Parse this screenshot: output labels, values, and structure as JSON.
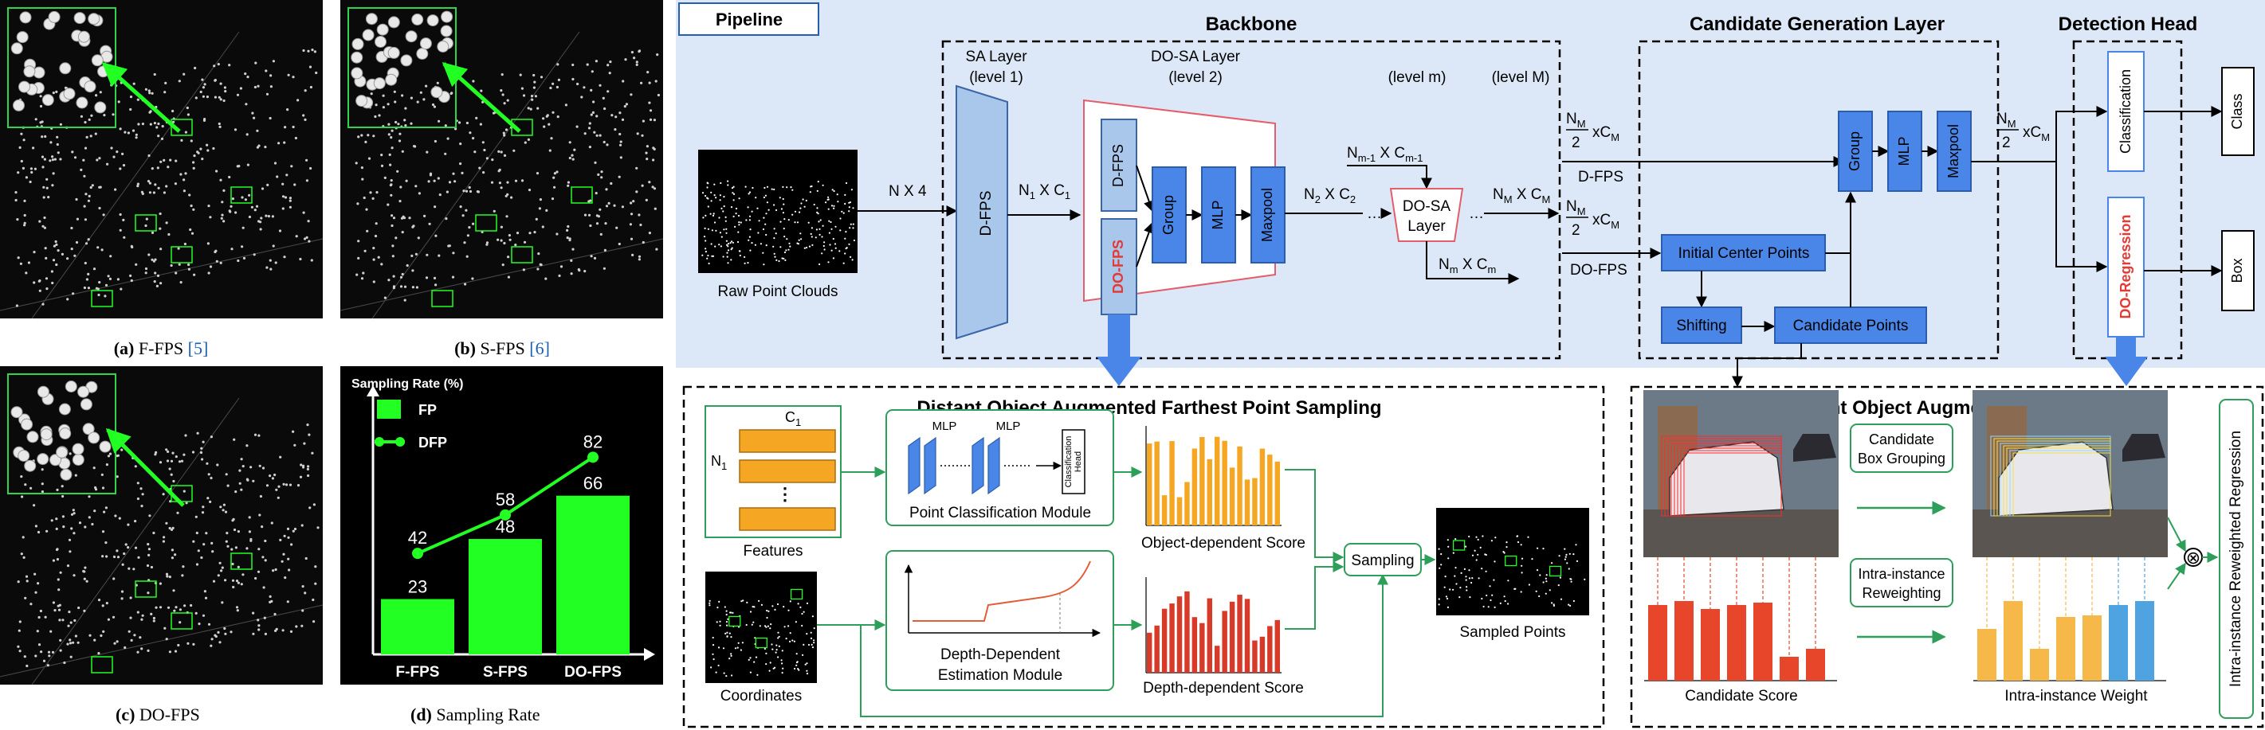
{
  "panels": {
    "a": {
      "letter": "(a)",
      "name": "F-FPS",
      "ref": "[5]"
    },
    "b": {
      "letter": "(b)",
      "name": "S-FPS",
      "ref": "[6]"
    },
    "c": {
      "letter": "(c)",
      "name": "DO-FPS"
    },
    "d": {
      "letter": "(d)",
      "name": "Sampling Rate"
    }
  },
  "chart_data": {
    "type": "bar",
    "ylabel": "Sampling Rate (%)",
    "categories": [
      "F-FPS",
      "S-FPS",
      "DO-FPS"
    ],
    "series": [
      {
        "name": "FP",
        "kind": "bar",
        "values": [
          23,
          48,
          66
        ]
      },
      {
        "name": "DFP",
        "kind": "line",
        "values": [
          42,
          58,
          82
        ]
      }
    ],
    "ylim": [
      0,
      100
    ],
    "colors": {
      "bar": "#22ff22",
      "line": "#22ff22",
      "background": "#000000",
      "text": "#ffffff"
    }
  },
  "colors": {
    "pipeline_bg": "#dce8f7",
    "block": "#4a86e8",
    "red": "#e53935",
    "green": "#2e9e5b",
    "orange": "#f5a623"
  },
  "pipeline": {
    "tag": "Pipeline",
    "backbone": {
      "title": "Backbone",
      "sa_layer": "SA Layer",
      "sa_level": "(level 1)",
      "dosa_layer": "DO-SA Layer",
      "dosa_level": "(level 2)",
      "level_m": "(level m)",
      "level_M": "(level M)",
      "raw_label": "Raw Point Clouds",
      "dfps_big": "D-FPS",
      "dfps": "D-FPS",
      "dofps": "DO-FPS",
      "group": "Group",
      "mlp": "MLP",
      "maxpool": "Maxpool",
      "dosa_box": [
        "DO-SA",
        "Layer"
      ]
    },
    "candidate": {
      "title": "Candidate Generation Layer",
      "dfps_label": "D-FPS",
      "dofps_label": "DO-FPS",
      "icp": "Initial Center Points",
      "shifting": "Shifting",
      "cand_points": "Candidate Points",
      "group": "Group",
      "mlp": "MLP",
      "maxpool": "Maxpool"
    },
    "head": {
      "title": "Detection Head",
      "classification": "Classification",
      "doreg": "DO-Regression",
      "class_out": "Class",
      "box_out": "Box"
    }
  },
  "dofps": {
    "title": "Distant Object Augmented Farthest Point Sampling",
    "c1": "C",
    "c1_sub": "1",
    "n1": "N",
    "n1_sub": "1",
    "ellipsis": "⋮",
    "features": "Features",
    "coordinates": "Coordinates",
    "mlp1": "MLP",
    "mlp2": "MLP",
    "cls_head": [
      "Classification",
      "Head"
    ],
    "pcm": "Point Classification Module",
    "ddem": [
      "Depth-Dependent",
      "Estimation Module"
    ],
    "obj_score": "Object-dependent Score",
    "depth_score": "Depth-dependent Score",
    "sampling": "Sampling",
    "sampled": "Sampled Points"
  },
  "doreg": {
    "title": "Distant Object Augmented Regression",
    "cbg": [
      "Candidate",
      "Box Grouping"
    ],
    "iir": [
      "Intra-instance",
      "Reweighting"
    ],
    "cand_score": "Candidate Score",
    "ii_weight": "Intra-instance Weight",
    "iirr": "Intra-instance Reweighted Regression",
    "otimes": "⊗"
  }
}
